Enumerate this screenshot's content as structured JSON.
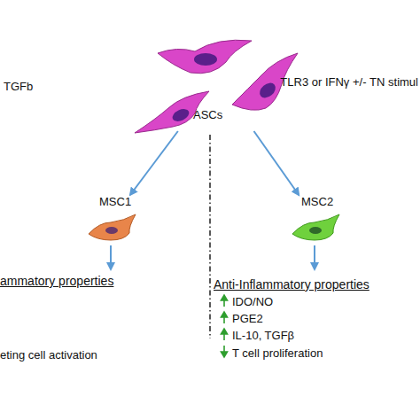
{
  "diagram": {
    "nodes": [
      {
        "text": [
          "ASCs"
        ]
      },
      {
        "text": [
          "MSC1"
        ]
      },
      {
        "text": [
          "MSC2"
        ]
      }
    ],
    "edges": [
      {
        "from": 0,
        "to": 1,
        "arrow": "to",
        "label": "TGFb"
      },
      {
        "from": 0,
        "to": 2,
        "arrow": "to",
        "label": "TLR3 or IFNγ +/- TN stimul"
      }
    ],
    "labels": [
      "ammatory properties",
      "eting cell activation",
      "Anti-Inflammatory properties",
      "IDO/NO",
      "PGE2",
      "IL-10, TGFβ",
      "T cell proliferation"
    ]
  }
}
